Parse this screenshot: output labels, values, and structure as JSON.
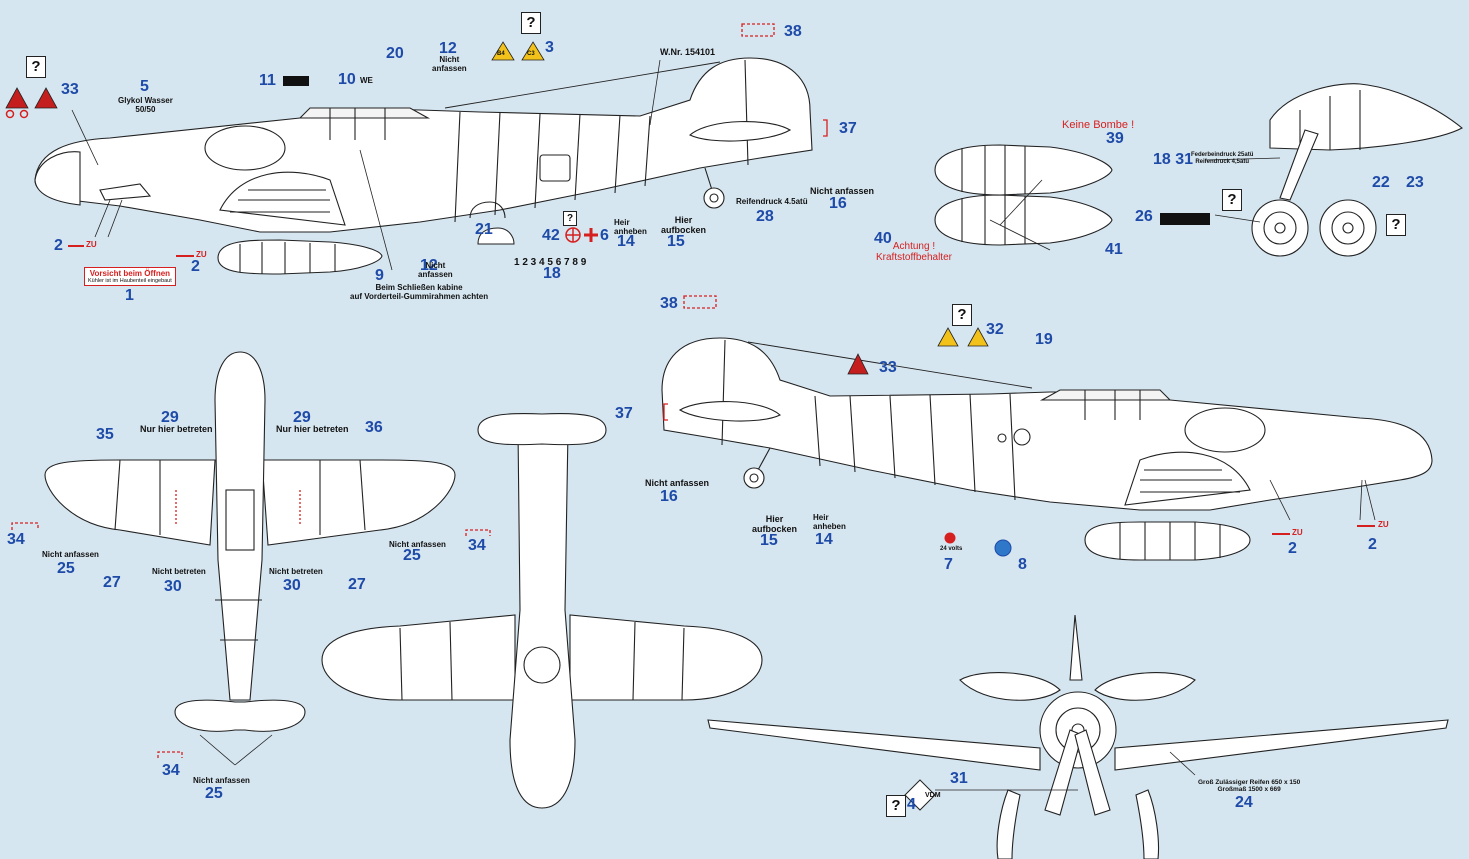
{
  "numbers": {
    "n1": "1",
    "n2": "2",
    "n3": "3",
    "n4": "4",
    "n5": "5",
    "n6": "6",
    "n7": "7",
    "n8": "8",
    "n9": "9",
    "n10": "10",
    "n11": "11",
    "n12": "12",
    "n14": "14",
    "n15": "15",
    "n16": "16",
    "n18": "18",
    "n19": "19",
    "n20": "20",
    "n21": "21",
    "n22": "22",
    "n23": "23",
    "n24": "24",
    "n25": "25",
    "n26": "26",
    "n27": "27",
    "n28": "28",
    "n29": "29",
    "n30": "30",
    "n31": "31",
    "n32": "32",
    "n33": "33",
    "n34": "34",
    "n35": "35",
    "n36": "36",
    "n37": "37",
    "n38": "38",
    "n39": "39",
    "n40": "40",
    "n41": "41",
    "n42": "42",
    "n1831": "18 31"
  },
  "text": {
    "question": "?",
    "zu": "ZU",
    "vorsicht_title": "Vorsicht beim Öffnen",
    "vorsicht_sub": "Kühler ist im Haubenteil eingebaut",
    "glykol": "Glykol Wasser",
    "glykol_ratio": "50/50",
    "we": "WE",
    "nicht_anfassen": "Nicht anfassen",
    "nicht_anfassen_line1": "Nicht",
    "nicht_anfassen_line2": "anfassen",
    "wnr": "W.Nr. 154101",
    "keine_bombe": "Keine Bombe !",
    "achtung": "Achtung !",
    "kraftstoff": "Kraftstoffbehalter",
    "federbein": "Federbeindruck 25atü",
    "reifendruck_small": "Reifendruck 4,5atü",
    "reifendruck": "Reifendruck  4.5atü",
    "heir_anheben_1": "Heir",
    "heir_anheben_2": "anheben",
    "hier_aufbocken_1": "Hier",
    "hier_aufbocken_2": "aufbocken",
    "digits": "1 2 3 4 5 6 7 8 9",
    "beim_1": "Beim Schließen kabine",
    "beim_2": "auf Vorderteil-Gummirahmen achten",
    "nur_hier_betreten": "Nur hier betreten",
    "nicht_betreten": "Nicht betreten",
    "volts": "24 volts",
    "gross_1": "Groß Zulässiger Reifen 650 x 150",
    "gross_2": "Großmaß  1500 x 669",
    "vdm": "VDM",
    "b4": "B4",
    "c3": "C3"
  },
  "colors": {
    "background": "#d6e6f0",
    "number_blue": "#1e4aa8",
    "warning_red": "#d62020",
    "triangle_yellow": "#f2c21a",
    "plane_fill": "#ffffff",
    "line": "#222222"
  }
}
